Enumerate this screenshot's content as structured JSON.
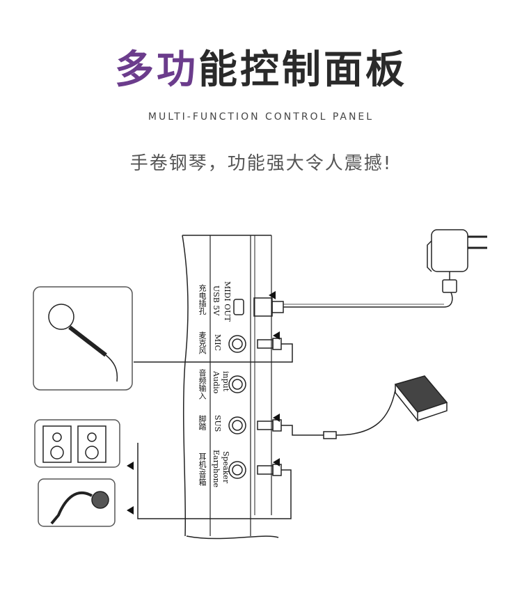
{
  "header": {
    "title_part1": "多功",
    "title_part2": "能控制面板",
    "subtitle": "MULTI-FUNCTION CONTROL PANEL",
    "tagline": "手卷钢琴，功能强大令人震撼!"
  },
  "panel": {
    "ports": [
      {
        "cn": "充电插孔",
        "en1": "USB 5V",
        "en2": "MIDI OUT"
      },
      {
        "cn": "麦克风",
        "en1": "MIC",
        "en2": ""
      },
      {
        "cn": "音频输入",
        "en1": "Audio",
        "en2": "input"
      },
      {
        "cn": "脚踏",
        "en1": "SUS",
        "en2": ""
      },
      {
        "cn": "耳机/音箱",
        "en1": "Earphone",
        "en2": "Speaker"
      }
    ]
  },
  "icons": [
    "power-adapter-icon",
    "usb-plug-icon",
    "microphone-icon",
    "speaker-icon",
    "earphone-icon",
    "sustain-pedal-icon",
    "audio-jack-icon"
  ]
}
